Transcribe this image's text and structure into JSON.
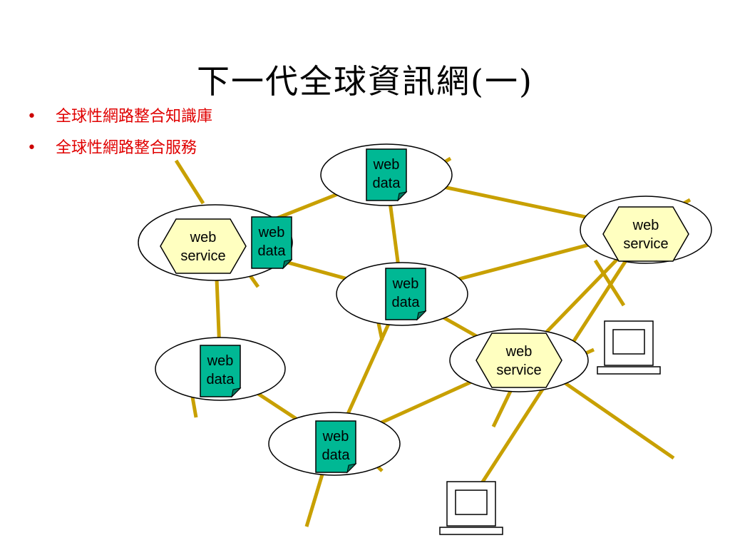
{
  "slide": {
    "title": "下一代全球資訊網(一)",
    "bullets": [
      "全球性網路整合知識庫",
      "全球性網路整合服務"
    ]
  },
  "colors": {
    "link": "#c8a000",
    "data_doc": "#00b894",
    "service_hex": "#ffffc0",
    "bullet_text": "#e00000"
  },
  "diagram": {
    "nodes": [
      {
        "id": "data-top",
        "items": [
          {
            "kind": "data",
            "lines": [
              "web",
              "data"
            ]
          }
        ]
      },
      {
        "id": "left-cluster",
        "items": [
          {
            "kind": "service",
            "lines": [
              "web",
              "service"
            ]
          },
          {
            "kind": "data",
            "lines": [
              "web",
              "data"
            ]
          }
        ]
      },
      {
        "id": "data-center",
        "items": [
          {
            "kind": "data",
            "lines": [
              "web",
              "data"
            ]
          }
        ]
      },
      {
        "id": "service-right",
        "items": [
          {
            "kind": "service",
            "lines": [
              "web",
              "service"
            ]
          }
        ]
      },
      {
        "id": "data-left",
        "items": [
          {
            "kind": "data",
            "lines": [
              "web",
              "data"
            ]
          }
        ]
      },
      {
        "id": "service-lower",
        "items": [
          {
            "kind": "service",
            "lines": [
              "web",
              "service"
            ]
          }
        ]
      },
      {
        "id": "data-bottom",
        "items": [
          {
            "kind": "data",
            "lines": [
              "web",
              "data"
            ]
          }
        ]
      }
    ],
    "computers": [
      {
        "id": "computer-right"
      },
      {
        "id": "computer-bottom"
      }
    ],
    "links": [
      {
        "from": "left-cluster",
        "to": "data-top"
      },
      {
        "from": "data-top",
        "to": "data-center"
      },
      {
        "from": "data-top",
        "to": "service-right"
      },
      {
        "from": "left-cluster",
        "to": "data-center"
      },
      {
        "from": "left-cluster",
        "to": "data-left"
      },
      {
        "from": "data-center",
        "to": "service-right"
      },
      {
        "from": "data-center",
        "to": "service-lower"
      },
      {
        "from": "data-center",
        "to": "data-bottom"
      },
      {
        "from": "data-left",
        "to": "data-bottom"
      },
      {
        "from": "data-bottom",
        "to": "service-lower"
      },
      {
        "from": "service-lower",
        "to": "service-right"
      },
      {
        "from": "service-right",
        "to": "computer-bottom"
      }
    ]
  }
}
